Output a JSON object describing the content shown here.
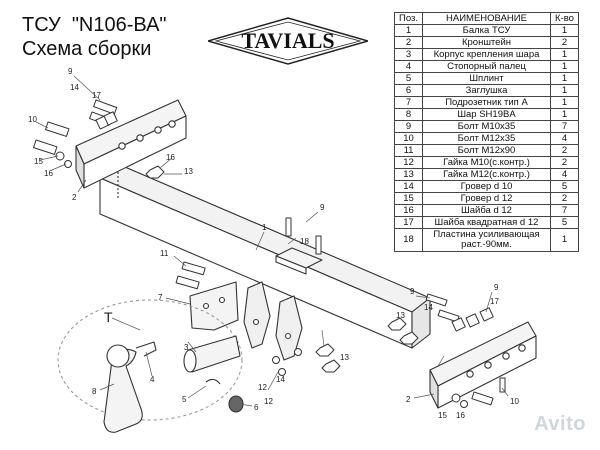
{
  "header": {
    "title": "ТСУ  \"N106-ВА\"",
    "subtitle": "Схема сборки",
    "brand": "TAVIALS"
  },
  "spec_table": {
    "columns": [
      "Поз.",
      "НАИМЕНОВАНИЕ",
      "К-во"
    ],
    "rows": [
      {
        "pos": "1",
        "name": "Балка ТСУ",
        "qty": "1"
      },
      {
        "pos": "2",
        "name": "Кронштейн",
        "qty": "2"
      },
      {
        "pos": "3",
        "name": "Корпус крепления шара",
        "qty": "1"
      },
      {
        "pos": "4",
        "name": "Стопорный палец",
        "qty": "1"
      },
      {
        "pos": "5",
        "name": "Шплинт",
        "qty": "1"
      },
      {
        "pos": "6",
        "name": "Заглушка",
        "qty": "1"
      },
      {
        "pos": "7",
        "name": "Подрозетник тип А",
        "qty": "1"
      },
      {
        "pos": "8",
        "name": "Шар SH19BA",
        "qty": "1"
      },
      {
        "pos": "9",
        "name": "Болт М10х35",
        "qty": "7"
      },
      {
        "pos": "10",
        "name": "Болт М12х35",
        "qty": "4"
      },
      {
        "pos": "11",
        "name": "Болт М12х90",
        "qty": "2"
      },
      {
        "pos": "12",
        "name": "Гайка М10(с.контр.)",
        "qty": "2"
      },
      {
        "pos": "13",
        "name": "Гайка М12(с.контр.)",
        "qty": "4"
      },
      {
        "pos": "14",
        "name": "Гровер d 10",
        "qty": "5"
      },
      {
        "pos": "15",
        "name": "Гровер d 12",
        "qty": "2"
      },
      {
        "pos": "16",
        "name": "Шайба d 12",
        "qty": "7"
      },
      {
        "pos": "17",
        "name": "Шайба квадратная d 12",
        "qty": "5"
      },
      {
        "pos": "18",
        "name": "Пластина усиливающая раст.-90мм.",
        "qty": "1"
      }
    ]
  },
  "callouts": {
    "c1": "1",
    "c2": "2",
    "c3": "3",
    "c4": "4",
    "c5": "5",
    "c6": "6",
    "c7": "7",
    "c8": "8",
    "c9": "9",
    "c10": "10",
    "c11": "11",
    "c12": "12",
    "c13": "13",
    "c14": "14",
    "c15": "15",
    "c16": "16",
    "c17": "17",
    "c18": "18"
  },
  "group_label": "T",
  "watermark": "Avito",
  "colors": {
    "line": "#333333",
    "fill": "#ffffff",
    "shadow": "#d9d9d9",
    "watermark": "#cfd6dc"
  }
}
